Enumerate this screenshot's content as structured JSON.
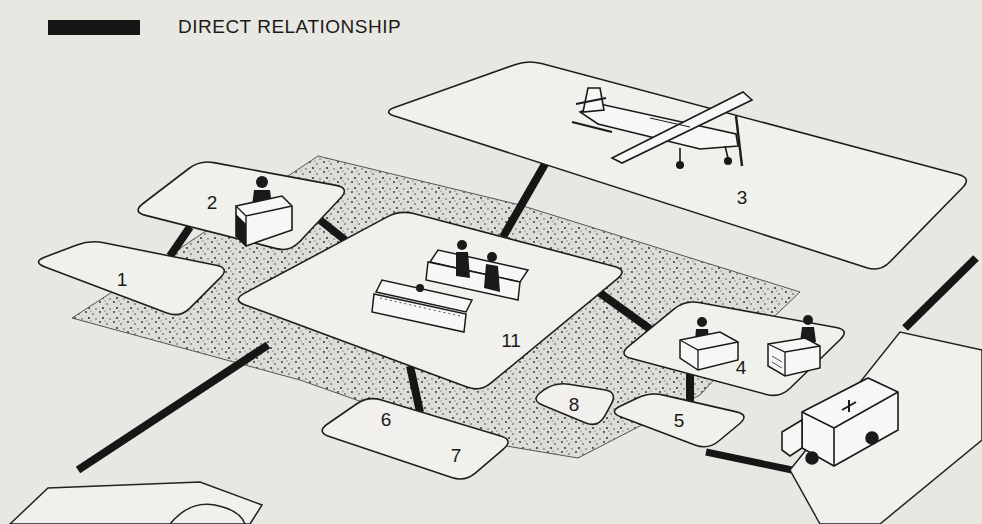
{
  "diagram": {
    "nodes": [
      {
        "text": [
          "3"
        ]
      },
      {
        "text": [
          "2"
        ]
      },
      {
        "text": [
          "1"
        ]
      },
      {
        "text": [
          "11"
        ]
      },
      {
        "text": [
          "4"
        ]
      },
      {
        "text": [
          "8"
        ]
      },
      {
        "text": [
          "6",
          "7"
        ]
      },
      {
        "text": [
          "5"
        ]
      }
    ],
    "edges": [
      {
        "from": 3,
        "to": 0,
        "arrow": "none"
      },
      {
        "from": 1,
        "to": 3,
        "arrow": "none"
      },
      {
        "from": 2,
        "to": 1,
        "arrow": "none"
      },
      {
        "from": 3,
        "to": 6,
        "arrow": "none"
      },
      {
        "from": 3,
        "to": 4,
        "arrow": "none"
      },
      {
        "from": 4,
        "to": 7,
        "arrow": "none"
      }
    ],
    "legend": [
      {
        "text": "DIRECT RELATIONSHIP",
        "color": "#161616"
      }
    ]
  }
}
